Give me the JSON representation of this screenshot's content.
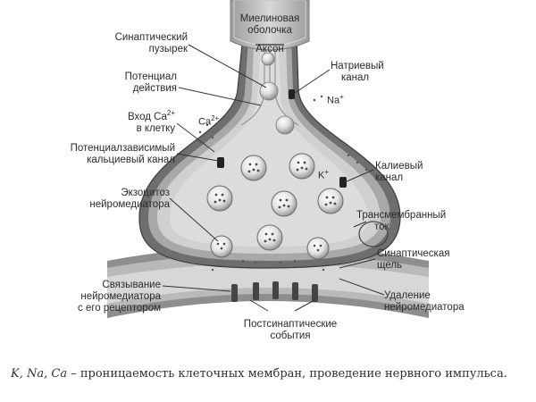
{
  "labels": {
    "myelin_sheath": [
      "Миелиновая",
      "оболочка"
    ],
    "axon": "Аксон",
    "synaptic_vesicle": [
      "Синаптический",
      "пузырек"
    ],
    "action_potential": [
      "Потенциал",
      "действия"
    ],
    "ca_entry": [
      "Вход Ca",
      "в клетку"
    ],
    "ca_entry_charge": "2+",
    "ca_channel": [
      "Потенциалзависимый",
      "кальциевый канал"
    ],
    "exocytosis": [
      "Экзоцитоз",
      "нейромедиатора"
    ],
    "receptor_binding": [
      "Связывание",
      "нейромедиатора",
      "с его рецептором"
    ],
    "sodium_channel": [
      "Натриевый",
      "канал"
    ],
    "potassium_channel": [
      "Калиевый",
      "канал"
    ],
    "transmembrane_current": [
      "Трансмембранный",
      "ток"
    ],
    "synaptic_cleft": [
      "Синаптическая",
      "щель"
    ],
    "removal": [
      "Удаление",
      "нейромедиатора"
    ],
    "postsynaptic_events": [
      "Постсинаптические",
      "события"
    ]
  },
  "ions": {
    "na": {
      "symbol": "Na",
      "charge": "+"
    },
    "k": {
      "symbol": "K",
      "charge": "+"
    },
    "ca": {
      "symbol": "Ca",
      "charge": "2+"
    }
  },
  "caption": {
    "ions": "K, Na, Ca",
    "text": " – проницаемость клеточных мембран, проведение нервного импульса."
  }
}
